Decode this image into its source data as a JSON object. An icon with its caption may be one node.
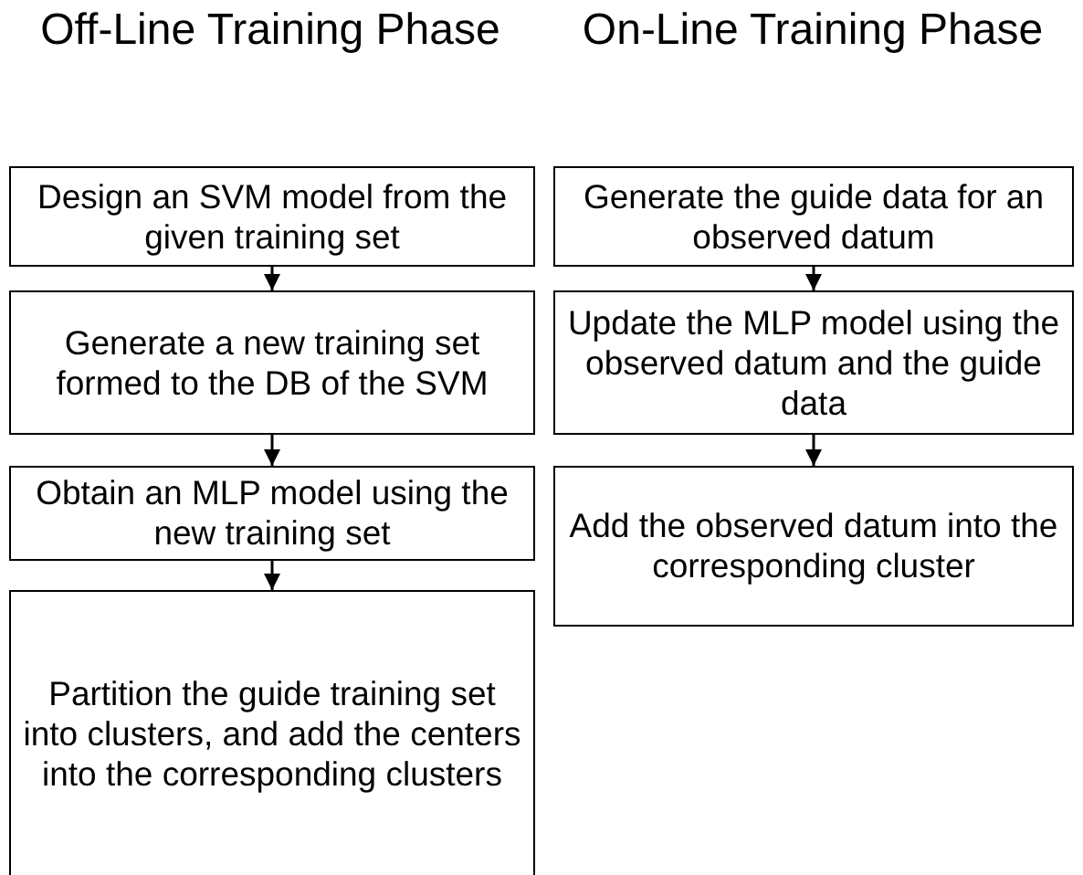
{
  "diagram": {
    "nodes": [
      {
        "text": [
          "Design an SVM model from the given training set"
        ]
      },
      {
        "text": [
          "Generate a new training set formed to the DB of the SVM"
        ]
      },
      {
        "text": [
          "Obtain an MLP model using the new training set"
        ]
      },
      {
        "text": [
          "Partition the guide training set into clusters, and add the centers into the corresponding clusters"
        ]
      },
      {
        "text": [
          "Generate the guide data for an observed datum"
        ]
      },
      {
        "text": [
          "Update the MLP model using the observed datum and the guide data"
        ]
      },
      {
        "text": [
          "Add the observed datum into the corresponding cluster"
        ]
      }
    ],
    "edges": [
      {
        "from": 0,
        "to": 1,
        "arrow": "to"
      },
      {
        "from": 1,
        "to": 2,
        "arrow": "to"
      },
      {
        "from": 2,
        "to": 3,
        "arrow": "to"
      },
      {
        "from": 4,
        "to": 5,
        "arrow": "to"
      },
      {
        "from": 5,
        "to": 6,
        "arrow": "to"
      }
    ],
    "labels": [
      "Off-Line Training Phase",
      "On-Line Training Phase"
    ]
  }
}
